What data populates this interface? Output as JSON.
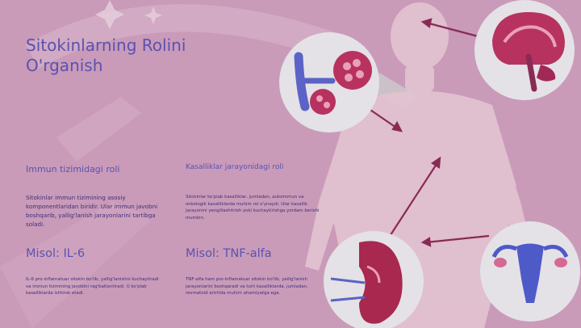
{
  "title": "Sitokinlarning Rolini O'rganish",
  "sections": [
    {
      "heading": "Immun tizimidagi roli",
      "text": "Sitokinlar immun tizimining asosiy komponentlaridan biridir. Ular immun javobni boshqarib, yallig'lanish jarayonlarini tartibga soladi."
    },
    {
      "heading": "Kasalliklar jarayonidagi roli",
      "text": "Sitokinlar ko'plab kasalliklar, jumladan, autoimmun va onkologik kasalliklarda muhim rol o'ynaydi. Ular kasallik jarayonini yengillashtirish yoki kuchaytirishga yordam berishi mumkin."
    },
    {
      "heading": "Misol: IL-6",
      "text": "IL-6 pro-inflamatuar sitokin bo'lib, yallig'lanishni kuchaytiradi va immun tizimining javobini rag'batlantiradi. U ko'plab kasalliklarda ishtirok etadi."
    },
    {
      "heading": "Misol: TNF-alfa",
      "text": "TNF-alfa ham pro-inflamatuar sitokin bo'lib, yallig'lanish jarayonlarini boshqaradi va turli kasalliklarda, jumladan, revmatoid artritda muhim ahamiyatga ega."
    }
  ],
  "illustration": {
    "icons": [
      "cells-icon",
      "brain-icon",
      "kidney-icon",
      "uterus-icon"
    ]
  },
  "colors": {
    "background": "#c99bb9",
    "title": "#5a52b0",
    "body": "#3e2e78",
    "arrow": "#8a2a55"
  }
}
